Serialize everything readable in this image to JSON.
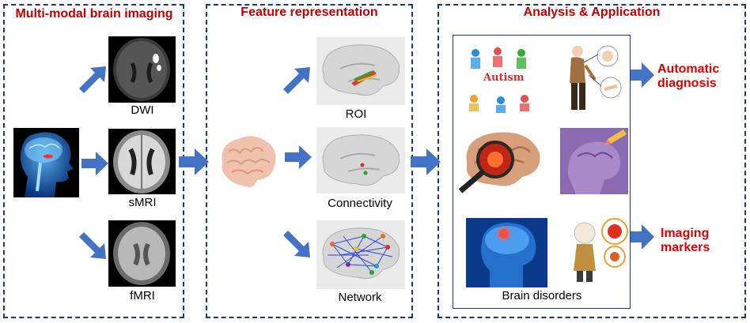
{
  "panels": {
    "left_title": "Multi-modal brain imaging",
    "middle_title": "Feature representation",
    "right_title": "Analysis & Application"
  },
  "modalities": [
    "DWI",
    "sMRI",
    "fMRI"
  ],
  "features": [
    "ROI",
    "Connectivity",
    "Network"
  ],
  "applications": {
    "caption": "Brain disorders",
    "outputs": [
      {
        "line1": "Automatic",
        "line2": "diagnosis"
      },
      {
        "line1": "Imaging",
        "line2": "markers"
      }
    ],
    "autism_text": "Autism"
  },
  "colors": {
    "border": "#1f3864",
    "title": "#c00000",
    "output": "#e00000",
    "arrow": "#4472c4"
  }
}
